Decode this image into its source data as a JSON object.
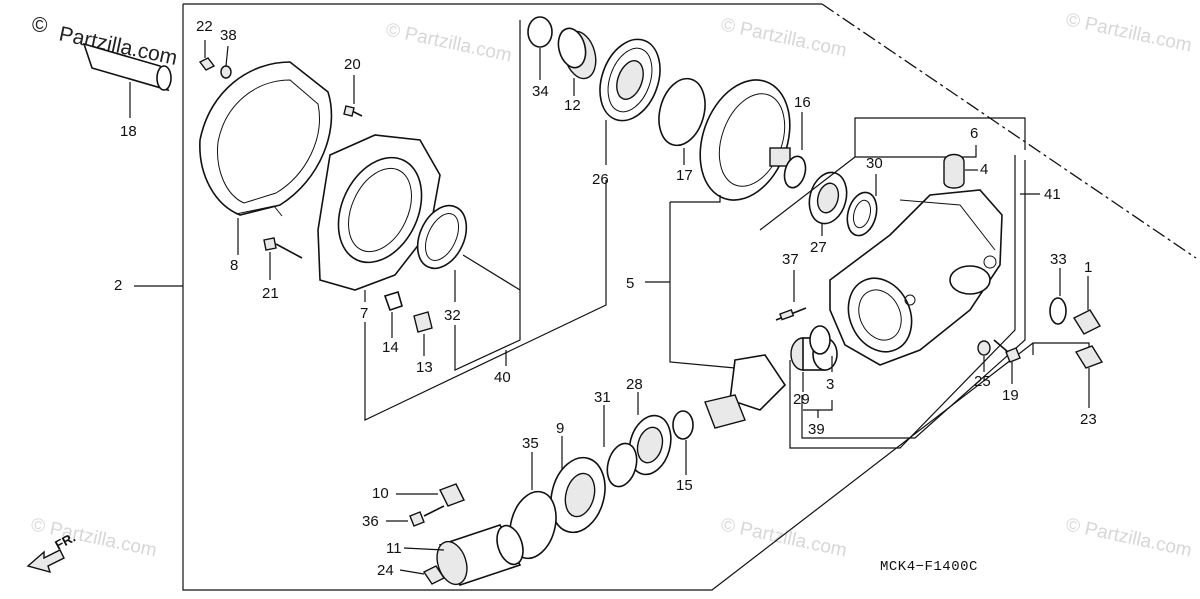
{
  "brand": {
    "copyright": "©",
    "name": "Partzilla.com"
  },
  "watermarks": [
    "© Partzilla.com",
    "© Partzilla.com",
    "© Partzilla.com",
    "© Partzilla.com",
    "© Partzilla.com",
    "© Partzilla.com"
  ],
  "diagram_code": "MCK4−F1400C",
  "direction_marker": "FR.",
  "callouts": {
    "c1": "1",
    "c2": "2",
    "c3": "3",
    "c4": "4",
    "c5": "5",
    "c6": "6",
    "c7": "7",
    "c8": "8",
    "c9": "9",
    "c10": "10",
    "c11": "11",
    "c12": "12",
    "c13": "13",
    "c14": "14",
    "c15": "15",
    "c16": "16",
    "c17": "17",
    "c18": "18",
    "c19": "19",
    "c20": "20",
    "c21": "21",
    "c22": "22",
    "c23": "23",
    "c24": "24",
    "c25": "25",
    "c26": "26",
    "c27": "27",
    "c28": "28",
    "c29": "29",
    "c30": "30",
    "c31": "31",
    "c32": "32",
    "c33": "33",
    "c34": "34",
    "c35": "35",
    "c36": "36",
    "c37": "37",
    "c38": "38",
    "c39": "39",
    "c40": "40",
    "c41": "41"
  }
}
